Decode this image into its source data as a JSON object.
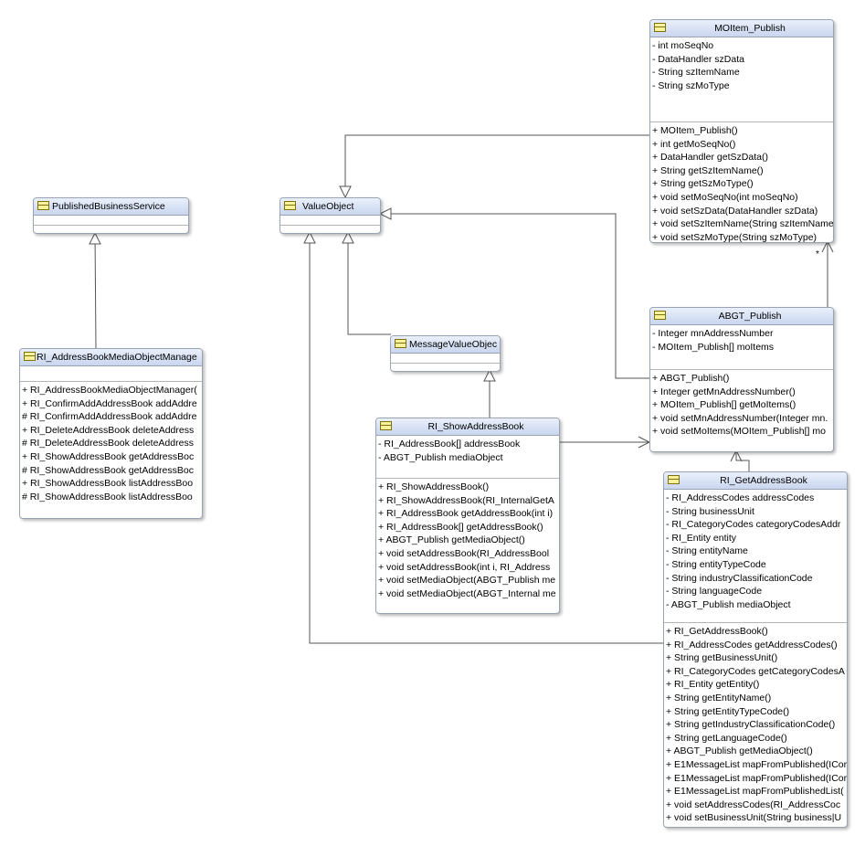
{
  "classes": {
    "published_business_service": {
      "name": "PublishedBusinessService",
      "attributes": [],
      "operations": []
    },
    "value_object": {
      "name": "ValueObject",
      "attributes": [],
      "operations": []
    },
    "mo_item_publish": {
      "name": "MOItem_Publish",
      "attributes": [
        "- int moSeqNo",
        "- DataHandler szData",
        "- String szItemName",
        "- String szMoType"
      ],
      "operations": [
        "+ MOItem_Publish()",
        "+ int getMoSeqNo()",
        "+ DataHandler getSzData()",
        "+ String getSzItemName()",
        "+ String getSzMoType()",
        "+ void setMoSeqNo(int moSeqNo)",
        "+ void setSzData(DataHandler szData)",
        "+ void setSzItemName(String szItemName",
        "+ void setSzMoType(String szMoType)"
      ]
    },
    "address_book_media_object_manager": {
      "name": "RI_AddressBookMediaObjectManage",
      "attributes": [],
      "operations": [
        "+ RI_AddressBookMediaObjectManager(",
        "+ RI_ConfirmAddAddressBook addAddre",
        "# RI_ConfirmAddAddressBook addAddre",
        "+ RI_DeleteAddressBook deleteAddress",
        "# RI_DeleteAddressBook deleteAddress",
        "+ RI_ShowAddressBook getAddressBoc",
        "# RI_ShowAddressBook getAddressBoc",
        "+ RI_ShowAddressBook listAddressBoo",
        "# RI_ShowAddressBook listAddressBoo"
      ]
    },
    "message_value_object": {
      "name": "MessageValueObjec",
      "attributes": [],
      "operations": []
    },
    "abgt_publish": {
      "name": "ABGT_Publish",
      "attributes": [
        "- Integer mnAddressNumber",
        "- MOItem_Publish[] moItems"
      ],
      "operations": [
        "+ ABGT_Publish()",
        "+ Integer getMnAddressNumber()",
        "+ MOItem_Publish[] getMoItems()",
        "+ void setMnAddressNumber(Integer mn.",
        "+ void setMoItems(MOItem_Publish[] mo"
      ]
    },
    "show_address_book": {
      "name": "RI_ShowAddressBook",
      "attributes": [
        "- RI_AddressBook[] addressBook",
        "- ABGT_Publish mediaObject"
      ],
      "operations": [
        "+ RI_ShowAddressBook()",
        "+ RI_ShowAddressBook(RI_InternalGetA",
        "+ RI_AddressBook getAddressBook(int i)",
        "+ RI_AddressBook[] getAddressBook()",
        "+ ABGT_Publish getMediaObject()",
        "+ void setAddressBook(RI_AddressBool",
        "+ void setAddressBook(int i, RI_Address",
        "+ void setMediaObject(ABGT_Publish me",
        "+ void setMediaObject(ABGT_Internal me"
      ]
    },
    "get_address_book": {
      "name": "RI_GetAddressBook",
      "attributes": [
        "- RI_AddressCodes addressCodes",
        "- String businessUnit",
        "- RI_CategoryCodes categoryCodesAddr",
        "- RI_Entity entity",
        "- String entityName",
        "- String entityTypeCode",
        "- String industryClassificationCode",
        "- String languageCode",
        "- ABGT_Publish mediaObject"
      ],
      "operations": [
        "+ RI_GetAddressBook()",
        "+ RI_AddressCodes getAddressCodes()",
        "+ String getBusinessUnit()",
        "+ RI_CategoryCodes getCategoryCodesA",
        "+ RI_Entity getEntity()",
        "+ String getEntityName()",
        "+ String getEntityTypeCode()",
        "+ String getIndustryClassificationCode()",
        "+ String getLanguageCode()",
        "+ ABGT_Publish getMediaObject()",
        "+ E1MessageList mapFromPublished(ICor",
        "+ E1MessageList mapFromPublished(ICor",
        "+ E1MessageList mapFromPublishedList(",
        "+ void setAddressCodes(RI_AddressCoc",
        "+ void setBusinessUnit(String business|U"
      ]
    }
  },
  "multiplicity": "*",
  "colors": {
    "header_top": "#eaf0fb",
    "header_bottom": "#c9d6ef",
    "border": "#9aa3b3",
    "icon_fill": "#fbf39a",
    "edge": "#555555"
  },
  "icon": "class-icon"
}
